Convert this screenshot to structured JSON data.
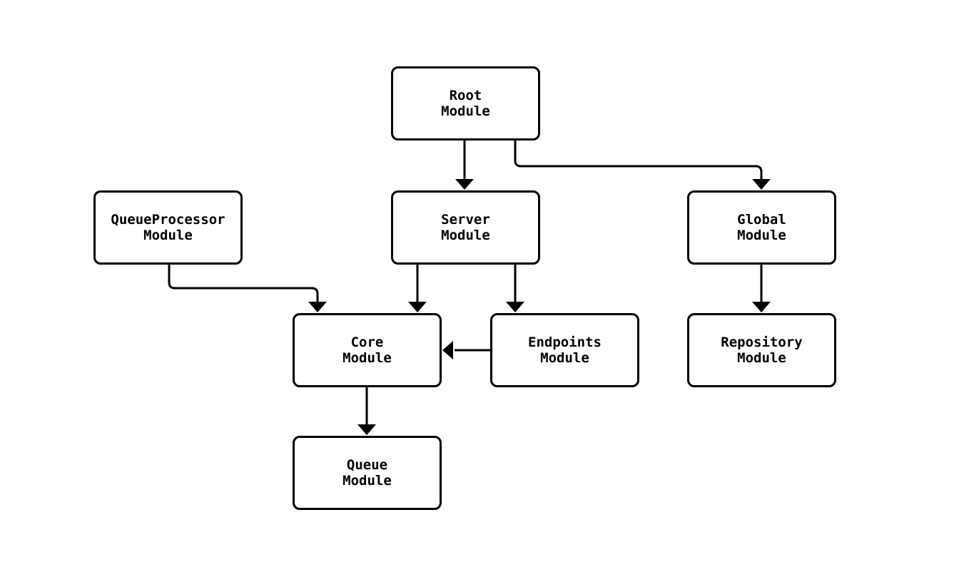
{
  "diagram": {
    "type": "module-dependency-flowchart",
    "background_color": "#ffffff",
    "line_color": "#000000",
    "text_color": "#000000",
    "nodes": {
      "root": {
        "line1": "Root",
        "line2": "Module"
      },
      "server": {
        "line1": "Server",
        "line2": "Module"
      },
      "global": {
        "line1": "Global",
        "line2": "Module"
      },
      "queueprocessor": {
        "line1": "QueueProcessor",
        "line2": "Module"
      },
      "core": {
        "line1": "Core",
        "line2": "Module"
      },
      "endpoints": {
        "line1": "Endpoints",
        "line2": "Module"
      },
      "repository": {
        "line1": "Repository",
        "line2": "Module"
      },
      "queue": {
        "line1": "Queue",
        "line2": "Module"
      }
    },
    "edges": [
      {
        "from": "Root Module",
        "to": "Server Module"
      },
      {
        "from": "Root Module",
        "to": "Global Module"
      },
      {
        "from": "QueueProcessor Module",
        "to": "Core Module"
      },
      {
        "from": "Server Module",
        "to": "Core Module"
      },
      {
        "from": "Server Module",
        "to": "Endpoints Module"
      },
      {
        "from": "Endpoints Module",
        "to": "Core Module"
      },
      {
        "from": "Global Module",
        "to": "Repository Module"
      },
      {
        "from": "Core Module",
        "to": "Queue Module"
      }
    ]
  }
}
